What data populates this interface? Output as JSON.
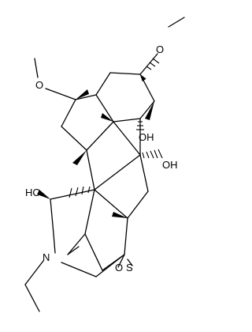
{
  "labels": {
    "methoxy_top": "O",
    "methoxy_left": "O",
    "oh_ring": "OH",
    "oh_right": "OH",
    "ho_left": "HO",
    "nitrogen": "N",
    "bridge_o": "O",
    "bridge_s": "S"
  },
  "colors": {
    "ink": "#000000",
    "background": "#ffffff"
  }
}
